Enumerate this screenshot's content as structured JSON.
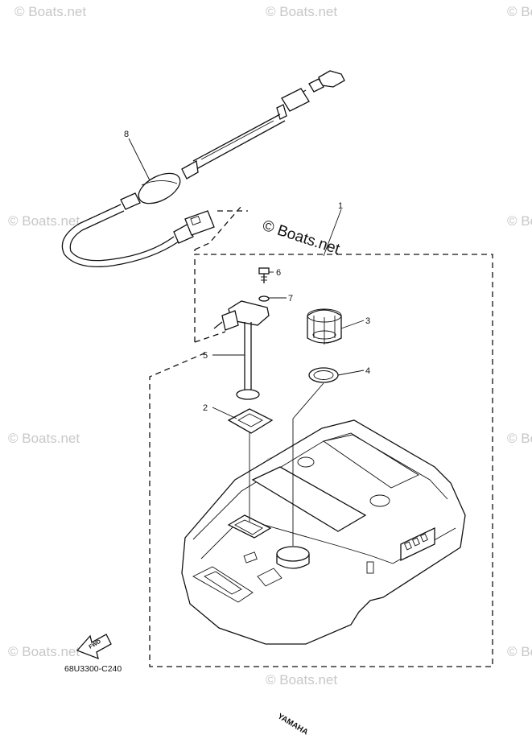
{
  "diagram": {
    "code": "68U3300-C240",
    "brand_mark": "YAMAHA",
    "fwd_label": "FWD",
    "watermark_main": "© Boats.net",
    "watermark_repeat": "© Boats.net",
    "parts": [
      {
        "number": "1"
      },
      {
        "number": "2"
      },
      {
        "number": "3"
      },
      {
        "number": "4"
      },
      {
        "number": "5"
      },
      {
        "number": "6"
      },
      {
        "number": "7"
      },
      {
        "number": "8"
      }
    ]
  }
}
